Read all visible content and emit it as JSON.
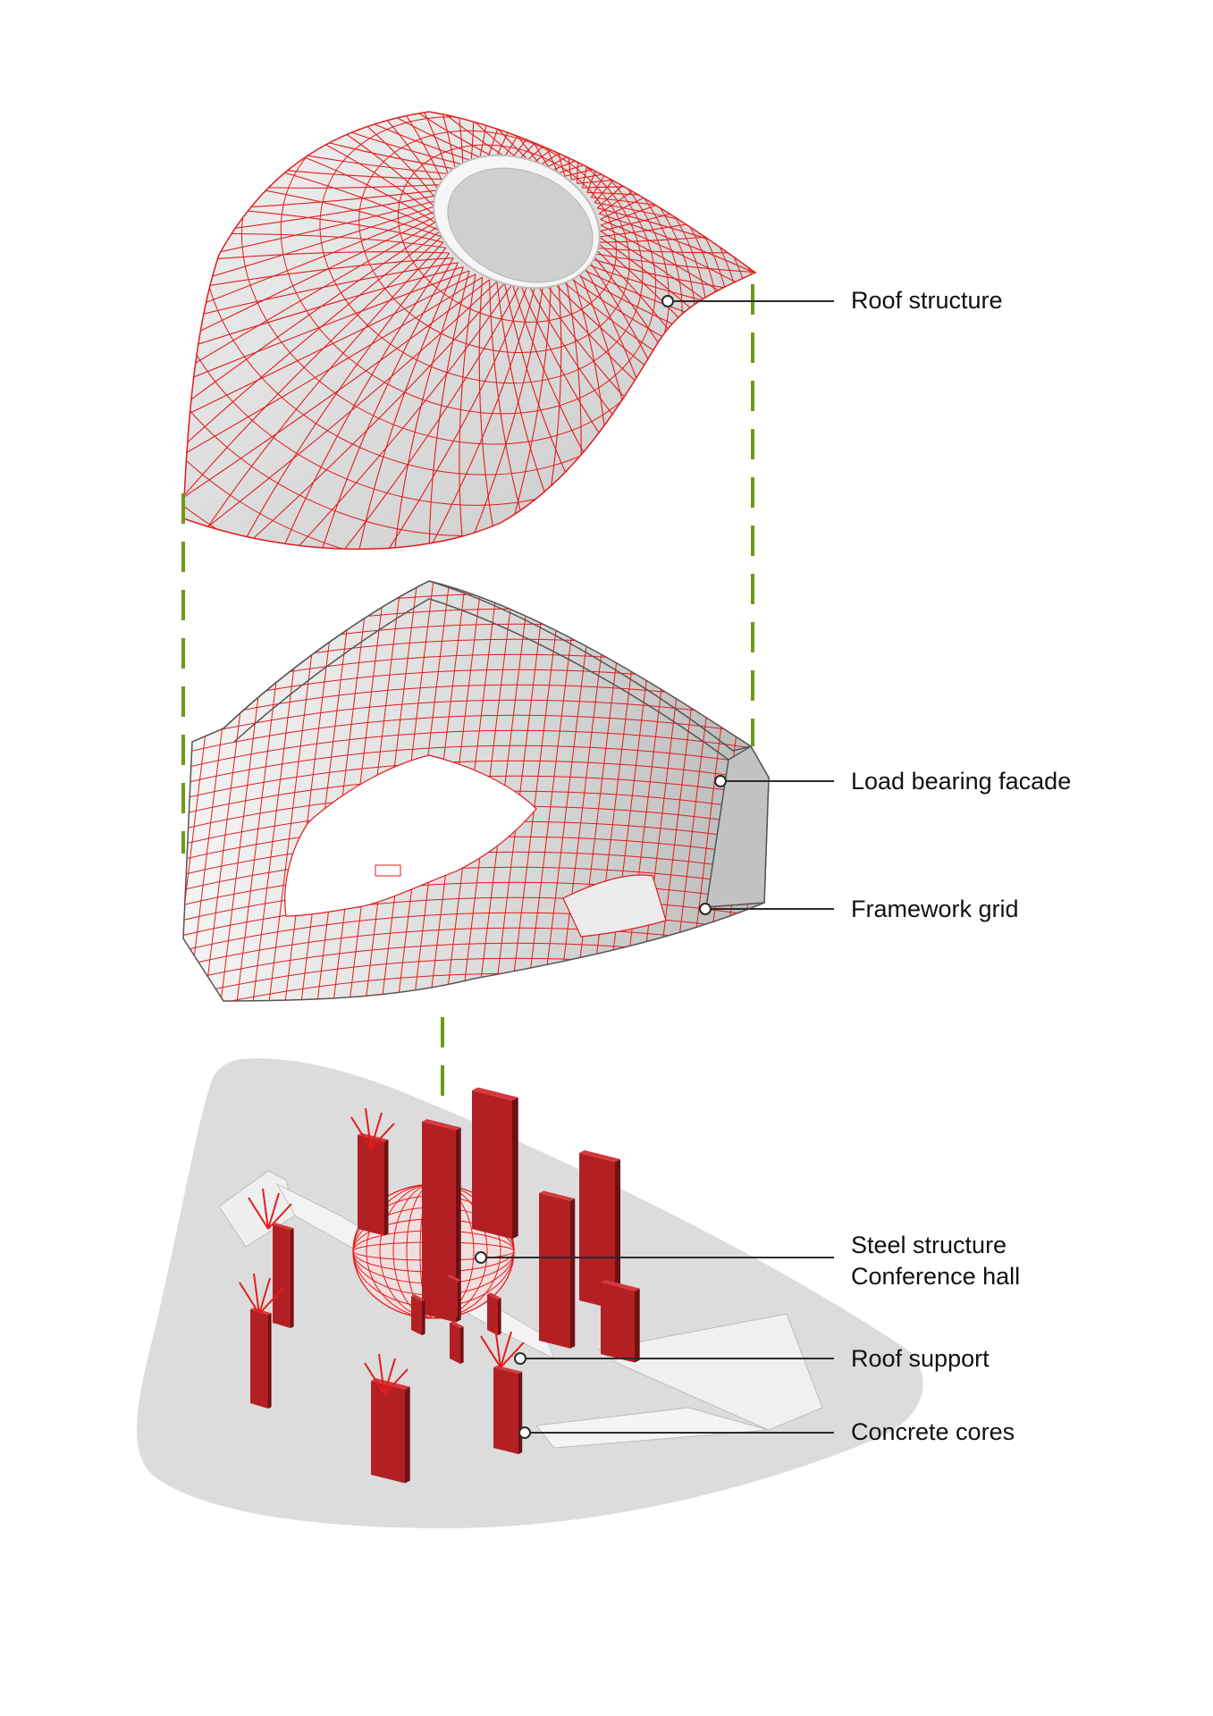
{
  "labels": {
    "roof_structure": "Roof structure",
    "load_bearing_facade": "Load bearing facade",
    "framework_grid": "Framework grid",
    "steel_structure": "Steel structure",
    "conference_hall": "Conference hall",
    "roof_support": "Roof support",
    "concrete_cores": "Concrete cores"
  },
  "colors": {
    "structure_red": "#e31b1b",
    "core_red": "#b32024",
    "core_dark": "#6e1114",
    "guide_green": "#6e9a14",
    "surface_grey": "#d9d9d9",
    "site_grey": "#dcdcdc"
  }
}
